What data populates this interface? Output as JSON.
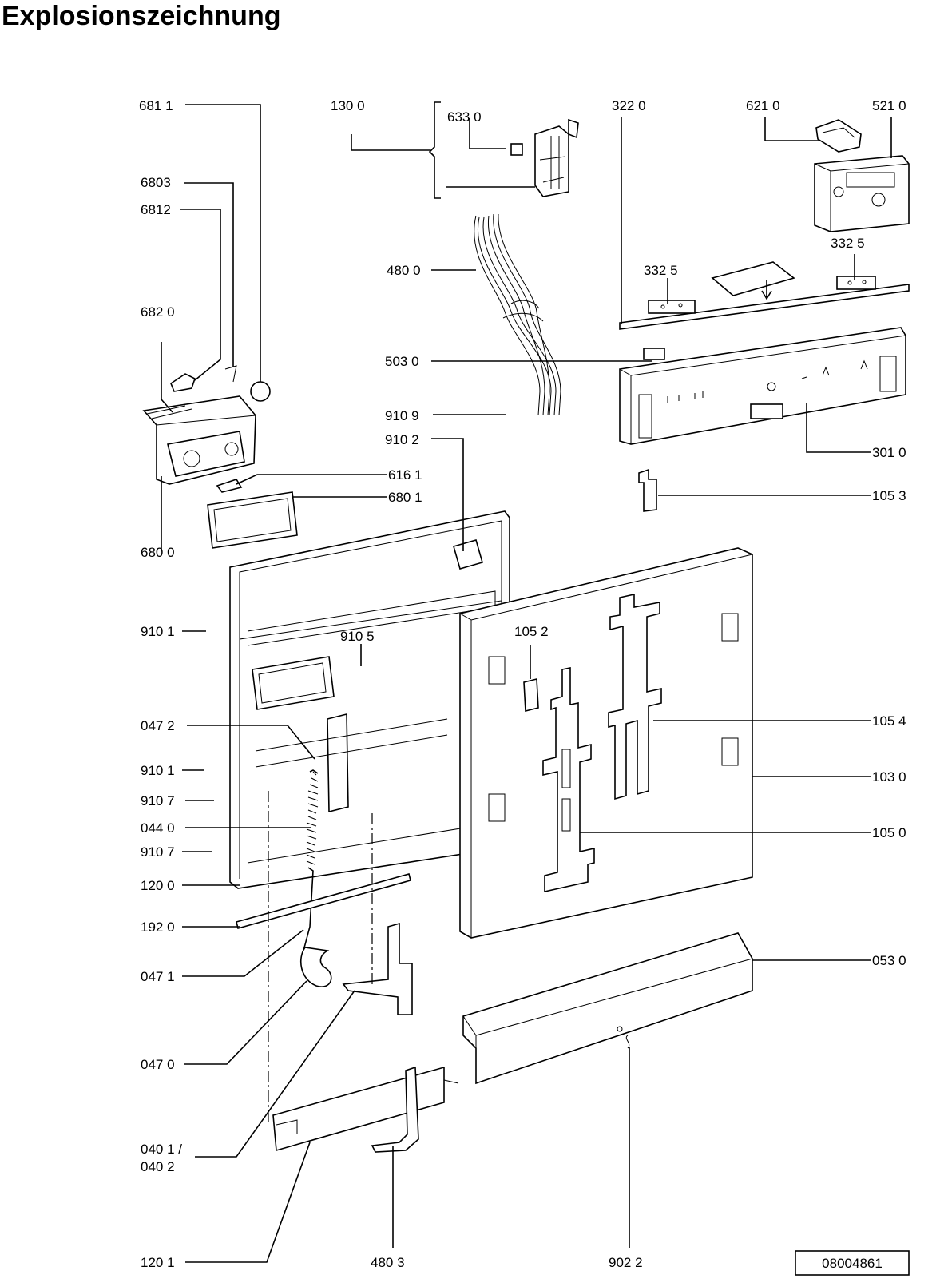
{
  "title": "Explosionszeichnung",
  "drawing_number": "08004861",
  "labels": {
    "p6811": "681 1",
    "p6803": "6803",
    "p6812": "6812",
    "p6820": "682 0",
    "p1300": "130 0",
    "p6330": "633 0",
    "p4800": "480 0",
    "p5030": "503 0",
    "p9109": "910 9",
    "p9102": "910 2",
    "p6161": "616 1",
    "p6801": "680 1",
    "p6800": "680 0",
    "p3220": "322  0",
    "p6210": "621 0",
    "p5210": "521 0",
    "p3325a": "332  5",
    "p3325b": "332  5",
    "p3010": "301 0",
    "p1053": "105 3",
    "p9101a": "910 1",
    "p9105": "910 5",
    "p1052": "105 2",
    "p0472": "047 2",
    "p9101b": "910 1",
    "p9107a": "910 7",
    "p0440": "044 0",
    "p9107b": "910 7",
    "p1200": "120 0",
    "p1920": "192 0",
    "p0471": "047 1",
    "p0470": "047 0",
    "p0401": "040 1 /",
    "p0402": "040 2",
    "p1201": "120 1",
    "p4803": "480 3",
    "p9022": "902 2",
    "p1054": "105 4",
    "p1030": "103 0",
    "p1050": "105 0",
    "p0530": "053 0"
  }
}
